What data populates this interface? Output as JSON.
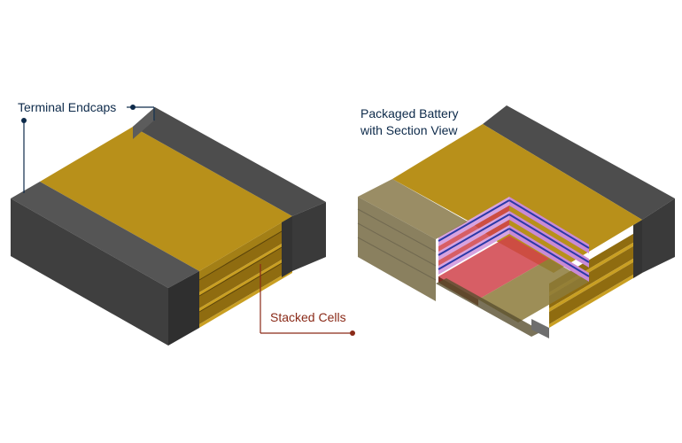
{
  "labels": {
    "terminal_endcaps": "Terminal Endcaps",
    "stacked_cells": "Stacked Cells",
    "packaged_battery_line1": "Packaged Battery",
    "packaged_battery_line2": "with Section View"
  },
  "colors": {
    "label_blue": "#0d2a4a",
    "label_red": "#8a2a18",
    "endcap_dark": "#3f3f3f",
    "endcap_mid": "#4d4d4d",
    "endcap_light": "#5c5c5c",
    "cell_gold": "#b8901a",
    "cell_gold_dark": "#8f6c10",
    "section_red": "#d0424a",
    "section_pink": "#d7a3e0",
    "section_blue": "#2a3aa8",
    "translucent_olive": "#8c7a3a"
  }
}
